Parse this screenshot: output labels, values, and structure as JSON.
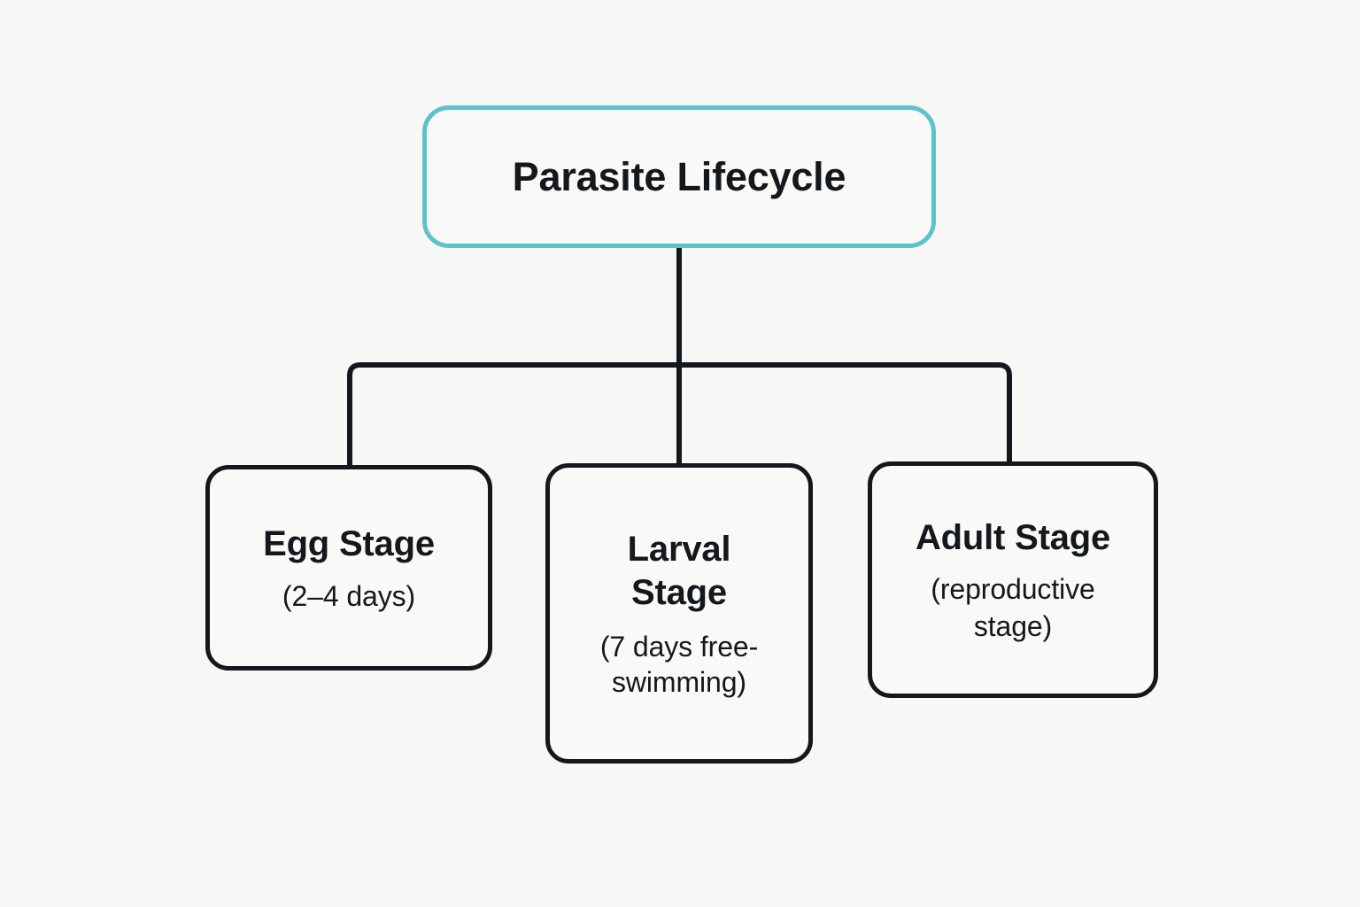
{
  "diagram": {
    "type": "tree-flowchart",
    "orientation": "top-down",
    "background_color": "#f7f7f5",
    "root": {
      "label": "Parasite Lifecycle",
      "border_color": "#5ec2ca",
      "text_color": "#14181c"
    },
    "children": [
      {
        "id": "egg",
        "title": "Egg Stage",
        "subtitle": "(2–4 days)",
        "border_color": "#14181c"
      },
      {
        "id": "larval",
        "title": "Larval Stage",
        "subtitle": "(7 days free-swimming)",
        "border_color": "#14181c"
      },
      {
        "id": "adult",
        "title": "Adult Stage",
        "subtitle": "(reproductive stage)",
        "border_color": "#14181c"
      }
    ],
    "connector_color": "#14181c"
  }
}
